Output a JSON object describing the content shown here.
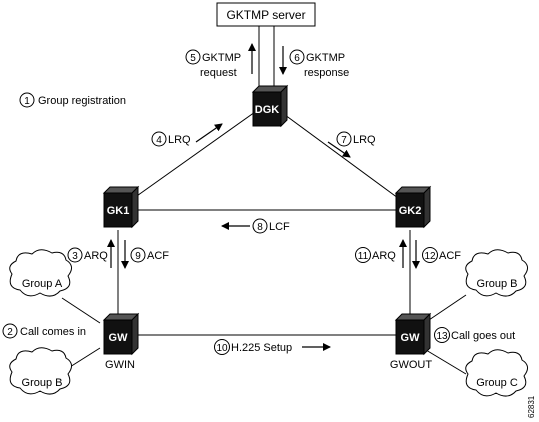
{
  "server": {
    "label": "GKTMP server"
  },
  "devices": {
    "dgk": "DGK",
    "gk1": "GK1",
    "gk2": "GK2",
    "gwin": "GW",
    "gwout": "GW"
  },
  "device_captions": {
    "gwin": "GWIN",
    "gwout": "GWOUT"
  },
  "clouds": {
    "left_top": "Group A",
    "left_bottom": "Group B",
    "right_top": "Group B",
    "right_bottom": "Group C"
  },
  "steps": [
    {
      "num": "1",
      "lines": [
        "Group registration"
      ]
    },
    {
      "num": "2",
      "lines": [
        "Call comes in"
      ]
    },
    {
      "num": "3",
      "lines": [
        "ARQ"
      ]
    },
    {
      "num": "4",
      "lines": [
        "LRQ"
      ]
    },
    {
      "num": "5",
      "lines": [
        "GKTMP",
        "request"
      ]
    },
    {
      "num": "6",
      "lines": [
        "GKTMP",
        "response"
      ]
    },
    {
      "num": "7",
      "lines": [
        "LRQ"
      ]
    },
    {
      "num": "8",
      "lines": [
        "LCF"
      ]
    },
    {
      "num": "9",
      "lines": [
        "ACF"
      ]
    },
    {
      "num": "10",
      "lines": [
        "H.225 Setup"
      ]
    },
    {
      "num": "11",
      "lines": [
        "ARQ"
      ]
    },
    {
      "num": "12",
      "lines": [
        "ACF"
      ]
    },
    {
      "num": "13",
      "lines": [
        "Call goes out"
      ]
    }
  ],
  "figure_id": "62831",
  "colors": {
    "ink": "#000000",
    "device_fill": "#111111",
    "background": "#ffffff"
  }
}
